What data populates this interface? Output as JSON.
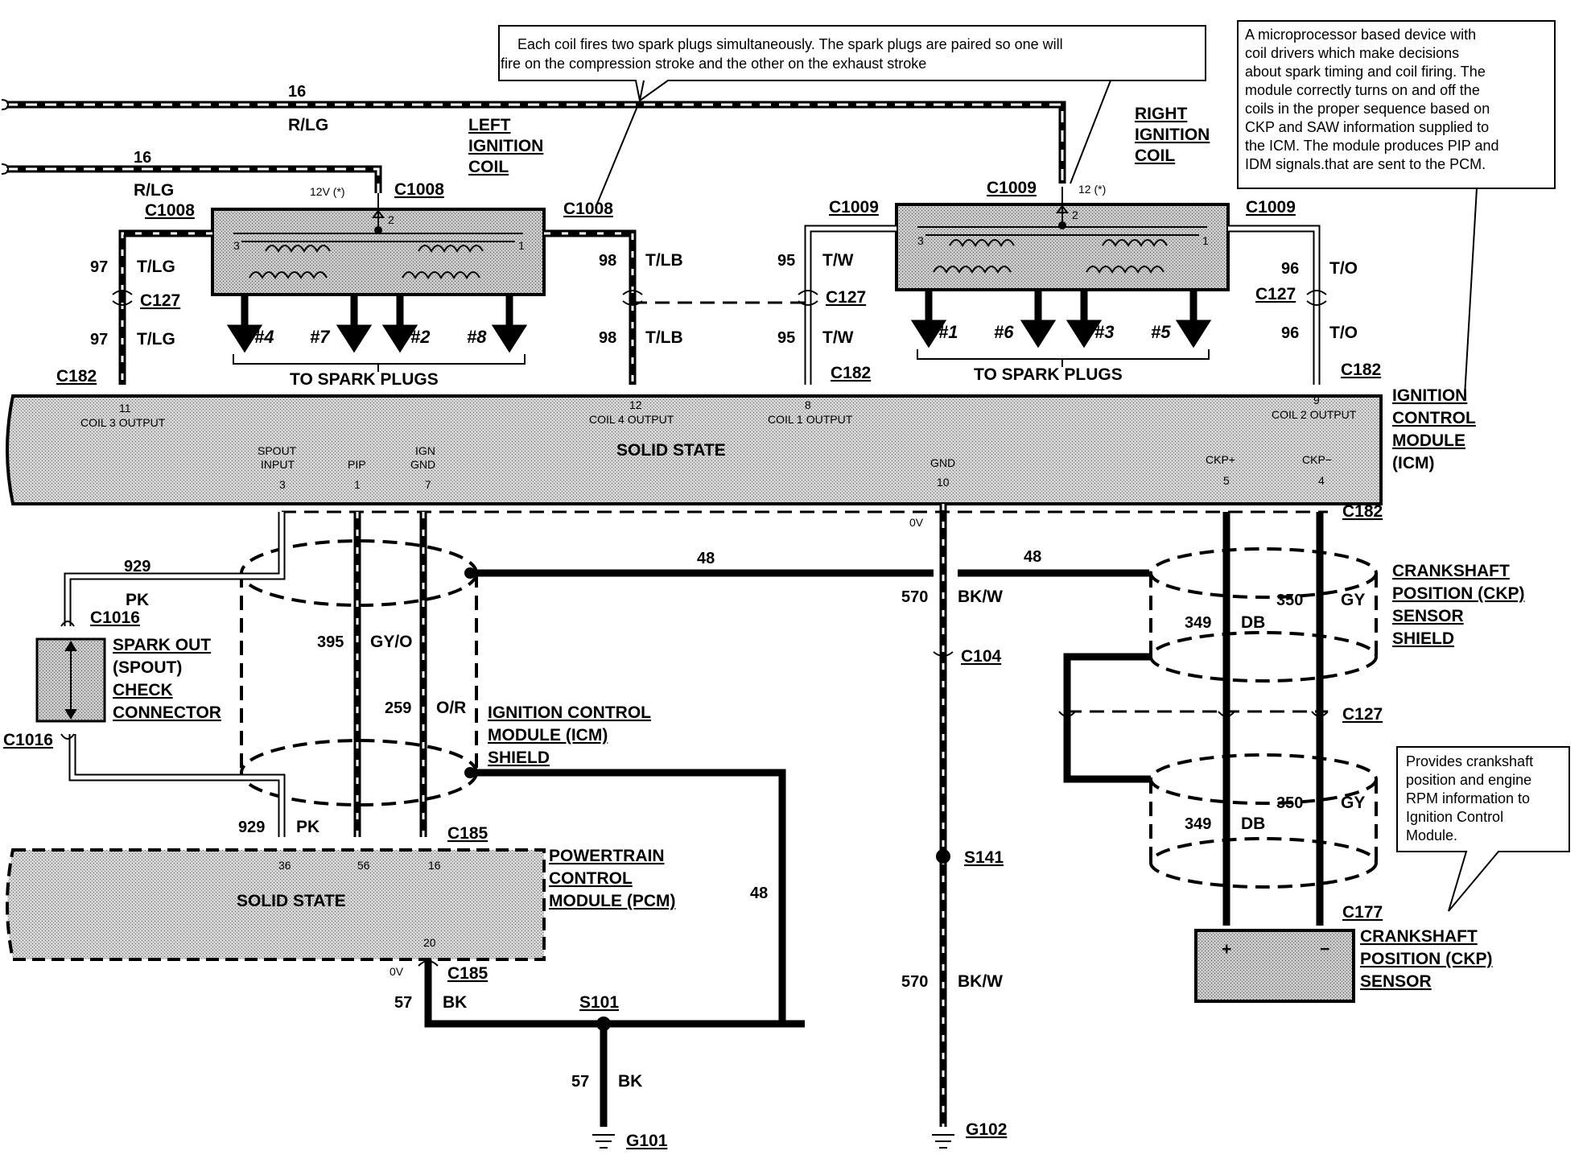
{
  "notes": {
    "coil_note_line1": "Each coil fires two spark plugs simultaneously.  The spark plugs are paired so one will",
    "coil_note_line2": "fire on the compression stroke and the  other on the exhaust stroke",
    "icm_note": [
      "A microprocessor based device with",
      "coil drivers which make decisions",
      "about spark timing and coil firing. The",
      "module correctly turns on and off the",
      "coils in the proper sequence based on",
      "CKP and SAW information supplied to",
      "the ICM. The module produces PIP and",
      "IDM signals.that are sent to the PCM."
    ],
    "ckp_note": [
      "Provides crankshaft",
      "position and engine",
      "RPM information to",
      "Ignition      Control",
      "Module."
    ]
  },
  "titles": {
    "left_coil": [
      "LEFT",
      "IGNITION",
      "COIL"
    ],
    "right_coil": [
      "RIGHT",
      "IGNITION",
      "COIL"
    ],
    "icm": [
      "IGNITION",
      "CONTROL",
      "MODULE",
      "(ICM)"
    ],
    "ckp_shield": [
      "CRANKSHAFT",
      "POSITION (CKP)",
      "SENSOR",
      "SHIELD"
    ],
    "icm_shield": [
      "IGNITION CONTROL",
      "MODULE (ICM)",
      "SHIELD"
    ],
    "spout": [
      "SPARK OUT",
      "(SPOUT)",
      "CHECK",
      "CONNECTOR"
    ],
    "pcm": [
      "POWERTRAIN",
      "CONTROL",
      "MODULE (PCM)"
    ],
    "ckp_sensor": [
      "CRANKSHAFT",
      "POSITION (CKP)",
      "SENSOR"
    ]
  },
  "modules": {
    "icm_body": "SOLID STATE",
    "pcm_body": "SOLID STATE",
    "icm_pins": {
      "coil3": [
        "11",
        "COIL 3 OUTPUT"
      ],
      "coil4": [
        "12",
        "COIL 4 OUTPUT"
      ],
      "coil1": [
        "8",
        "COIL 1 OUTPUT"
      ],
      "coil2": [
        "9",
        "COIL 2 OUTPUT"
      ],
      "spout": [
        "SPOUT",
        "INPUT",
        "3"
      ],
      "pip": [
        "PIP",
        "1"
      ],
      "igngnd": [
        "IGN",
        "GND",
        "7"
      ],
      "gnd": [
        "GND",
        "10"
      ],
      "ckpp": [
        "CKP+",
        "5"
      ],
      "ckpm": [
        "CKP−",
        "4"
      ]
    },
    "pcm_pins": [
      "36",
      "56",
      "16",
      "20"
    ],
    "sensor_plus": "+",
    "sensor_minus": "−"
  },
  "plugs": {
    "left": [
      "#4",
      "#7",
      "#2",
      "#8"
    ],
    "right": [
      "#1",
      "#6",
      "#3",
      "#5"
    ],
    "label": "TO SPARK PLUGS"
  },
  "coil_terms": {
    "t1": "1",
    "t2": "2",
    "t3": "3",
    "v12a": "12V (*)",
    "v12b": "12 (*)"
  },
  "connectors": {
    "c1008": "C1008",
    "c1009": "C1009",
    "c127": "C127",
    "c182": "C182",
    "c1016": "C1016",
    "c185": "C185",
    "c104": "C104",
    "s141": "S141",
    "s101": "S101",
    "g101": "G101",
    "g102": "G102",
    "c177": "C177"
  },
  "wires": {
    "w16": "16",
    "rlg": "R/LG",
    "w97": "97",
    "tlg": "T/LG",
    "w98": "98",
    "tlb": "T/LB",
    "w95": "95",
    "tw": "T/W",
    "w96": "96",
    "to": "T/O",
    "w929": "929",
    "pk": "PK",
    "w395": "395",
    "gyo": "GY/O",
    "w259": "259",
    "or": "O/R",
    "w48": "48",
    "w570": "570",
    "bkw": "BK/W",
    "w57": "57",
    "bk": "BK",
    "w349": "349",
    "db": "DB",
    "w350": "350",
    "gy": "GY",
    "zero_v": "0V"
  }
}
